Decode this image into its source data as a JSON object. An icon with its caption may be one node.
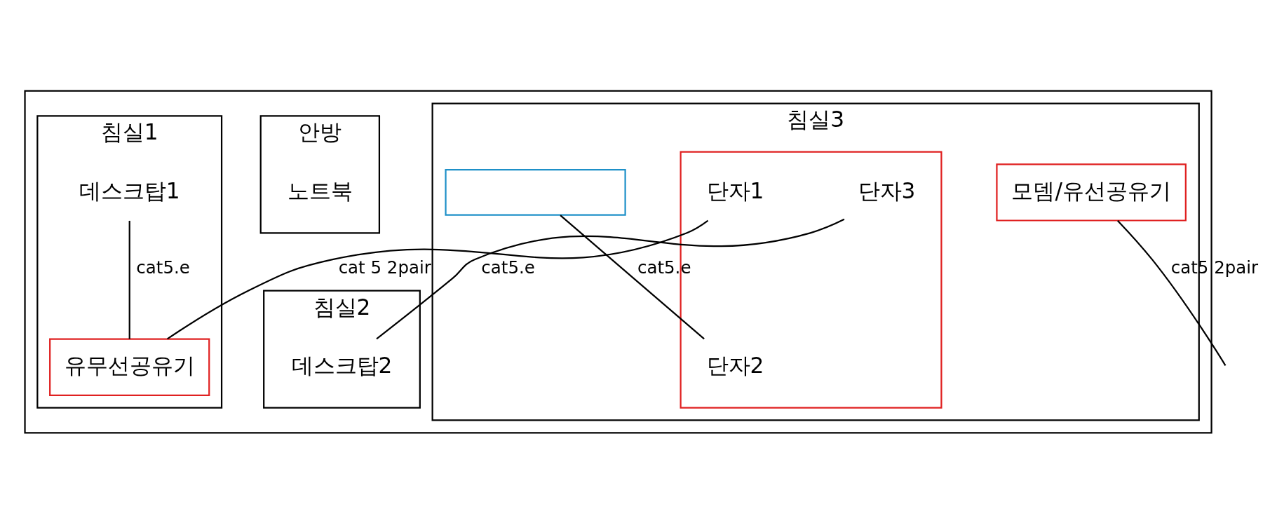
{
  "diagram": {
    "nodes": [
      {
        "text": [],
        "shape": "box"
      },
      {
        "text": [
          "침실3"
        ],
        "in": 0
      },
      {
        "text": [],
        "shape": "box",
        "in": 1
      },
      {
        "text": [
          "모뎀/유선공유기"
        ],
        "in": 1
      },
      {
        "text": [],
        "shape": "box",
        "in": 1
      },
      {
        "text": [
          "단자1"
        ],
        "in": 4
      },
      {
        "text": [
          "단자2"
        ],
        "in": 4
      },
      {
        "text": [
          "단자3"
        ],
        "in": 4
      },
      {
        "text": [
          "안방"
        ],
        "in": 0
      },
      {
        "text": [
          "노트북"
        ],
        "in": 8
      },
      {
        "text": [
          "침실2"
        ],
        "in": 0
      },
      {
        "text": [
          "데스크탑2"
        ],
        "in": 10
      },
      {
        "text": [
          "침실1"
        ],
        "in": 0
      },
      {
        "text": [
          "데스크탑1"
        ],
        "in": 12
      },
      {
        "text": [
          "유무선공유기"
        ],
        "in": 12
      }
    ],
    "edges": [
      {
        "from": 2,
        "to": 6,
        "arrow": "none",
        "label": "cat5.e"
      },
      {
        "from": 3,
        "to": null,
        "arrow": "none",
        "label": "cat5 2pair"
      },
      {
        "from": 5,
        "to": 14,
        "arrow": "none",
        "label": "cat 5 2pair"
      },
      {
        "from": 7,
        "to": 11,
        "arrow": "none",
        "label": "cat5.e"
      },
      {
        "from": 13,
        "to": 14,
        "arrow": "none",
        "label": "cat5.e"
      }
    ]
  }
}
